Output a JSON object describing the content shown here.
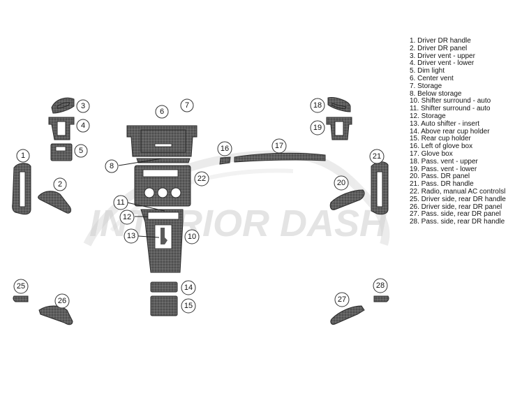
{
  "watermark": "INTERIOR DASH KIT",
  "legend": [
    "1. Driver DR handle",
    "2. Driver DR panel",
    "3. Driver vent - upper",
    "4. Driver vent - lower",
    "5. Dim light",
    "6. Center vent",
    "7. Storage",
    "8. Below storage",
    "10. Shifter surround - auto",
    "11. Shifter surround - auto",
    "12. Storage",
    "13. Auto shifter - insert",
    "14. Above rear cup holder",
    "15. Rear cup holder",
    "16. Left of glove box",
    "17. Glove box",
    "18. Pass. vent - upper",
    "19. Pass. vent - lower",
    "20. Pass. DR panel",
    "21. Pass. DR handle",
    "22. Radio, manual AC controlsl",
    "25. Driver side, rear DR handle",
    "26. Driver side, rear DR panel",
    "27. Pass. side, rear DR panel",
    "28. Pass. side, rear DR handle"
  ],
  "callouts": {
    "c1": "1",
    "c2": "2",
    "c3": "3",
    "c4": "4",
    "c5": "5",
    "c6": "6",
    "c7": "7",
    "c8": "8",
    "c10": "10",
    "c11": "11",
    "c12": "12",
    "c13": "13",
    "c14": "14",
    "c15": "15",
    "c16": "16",
    "c17": "17",
    "c18": "18",
    "c19": "19",
    "c20": "20",
    "c21": "21",
    "c22": "22",
    "c25": "25",
    "c26": "26",
    "c27": "27",
    "c28": "28"
  },
  "colors": {
    "part_fill": "#5a5a5a",
    "part_stroke": "#2a2a2a",
    "watermark": "#cfcfcf"
  }
}
